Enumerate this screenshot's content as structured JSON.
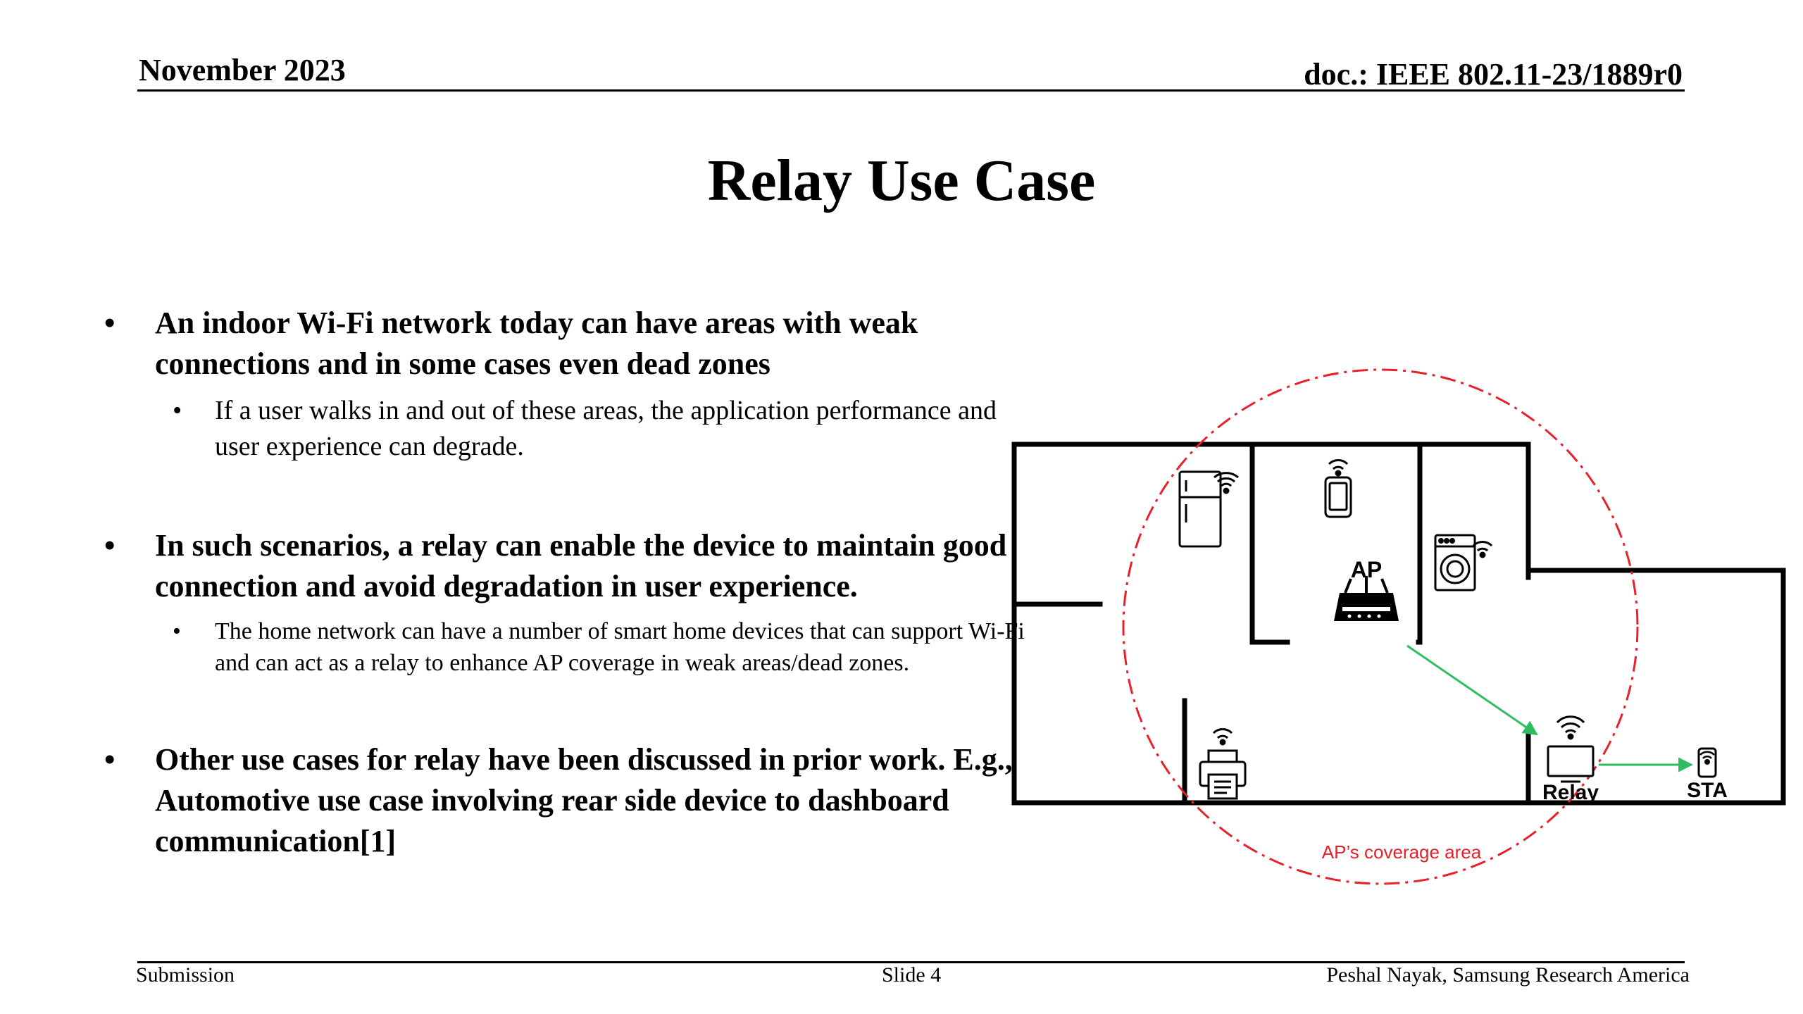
{
  "header": {
    "date": "November 2023",
    "doc_id": "doc.: IEEE 802.11-23/1889r0"
  },
  "slide": {
    "title": "Relay Use Case",
    "bullets": [
      {
        "text": "An indoor Wi-Fi network today can have areas with weak connections and in some cases even dead zones",
        "sub": [
          "If a user walks in and out of these areas, the application performance and user experience can degrade."
        ]
      },
      {
        "text": "In such scenarios, a relay can enable the device to maintain good connection and avoid degradation in user experience.",
        "sub": [
          "The home network can have a number of smart home devices that can support Wi-Fi and can act as a relay to enhance AP coverage in weak areas/dead zones."
        ]
      },
      {
        "text": "Other use cases for relay have been discussed in prior work. E.g., Automotive use case involving rear side device to dashboard communication[1]",
        "sub": []
      }
    ],
    "bullet_symbol": "•"
  },
  "diagram": {
    "ap_label": "AP",
    "relay_label": "Relay",
    "sta_label": "STA",
    "coverage_label": "AP’s coverage area",
    "coverage_color": "#e8202a",
    "link_color": "#2fbe5f",
    "icons": [
      "fridge-icon",
      "tablet-icon",
      "washer-icon",
      "router-icon",
      "printer-icon",
      "tv-icon",
      "phone-icon"
    ]
  },
  "footer": {
    "left": "Submission",
    "center": "Slide 4",
    "right": "Peshal Nayak, Samsung Research America"
  }
}
